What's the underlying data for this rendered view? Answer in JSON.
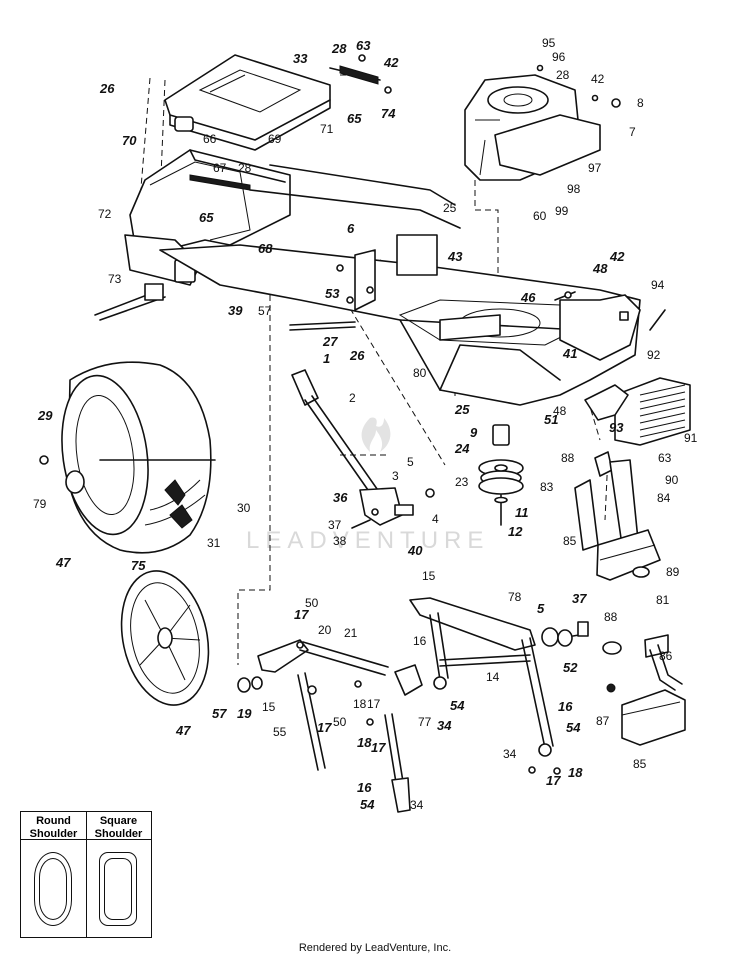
{
  "watermark": "LEADVENTURE",
  "footer": "Rendered by LeadVenture, Inc.",
  "legend": {
    "round_label": "Round Shoulder",
    "square_label": "Square Shoulder"
  },
  "callouts": [
    {
      "n": "26",
      "bold": true
    },
    {
      "n": "70",
      "bold": true
    },
    {
      "n": "66",
      "bold": false
    },
    {
      "n": "69",
      "bold": false
    },
    {
      "n": "71",
      "bold": false
    },
    {
      "n": "33",
      "bold": true
    },
    {
      "n": "28",
      "bold": true
    },
    {
      "n": "63",
      "bold": true
    },
    {
      "n": "42",
      "bold": true
    },
    {
      "n": "65",
      "bold": true
    },
    {
      "n": "74",
      "bold": true
    },
    {
      "n": "67",
      "bold": false
    },
    {
      "n": "28",
      "bold": false
    },
    {
      "n": "65",
      "bold": true
    },
    {
      "n": "72",
      "bold": false
    },
    {
      "n": "73",
      "bold": false
    },
    {
      "n": "68",
      "bold": true
    },
    {
      "n": "39",
      "bold": true
    },
    {
      "n": "57",
      "bold": false
    },
    {
      "n": "6",
      "bold": true
    },
    {
      "n": "43",
      "bold": true
    },
    {
      "n": "53",
      "bold": true
    },
    {
      "n": "26",
      "bold": true
    },
    {
      "n": "27",
      "bold": true
    },
    {
      "n": "95",
      "bold": false
    },
    {
      "n": "96",
      "bold": false
    },
    {
      "n": "28",
      "bold": false
    },
    {
      "n": "42",
      "bold": false
    },
    {
      "n": "8",
      "bold": false
    },
    {
      "n": "7",
      "bold": false
    },
    {
      "n": "97",
      "bold": false
    },
    {
      "n": "98",
      "bold": false
    },
    {
      "n": "99",
      "bold": false
    },
    {
      "n": "60",
      "bold": false
    },
    {
      "n": "25",
      "bold": false
    },
    {
      "n": "48",
      "bold": true
    },
    {
      "n": "46",
      "bold": true
    },
    {
      "n": "42",
      "bold": true
    },
    {
      "n": "94",
      "bold": false
    },
    {
      "n": "41",
      "bold": true
    },
    {
      "n": "80",
      "bold": false
    },
    {
      "n": "92",
      "bold": false
    },
    {
      "n": "25",
      "bold": true
    },
    {
      "n": "48",
      "bold": false
    },
    {
      "n": "93",
      "bold": true
    },
    {
      "n": "91",
      "bold": false
    },
    {
      "n": "9",
      "bold": true
    },
    {
      "n": "51",
      "bold": true
    },
    {
      "n": "24",
      "bold": true
    },
    {
      "n": "88",
      "bold": false
    },
    {
      "n": "63",
      "bold": false
    },
    {
      "n": "90",
      "bold": false
    },
    {
      "n": "83",
      "bold": false
    },
    {
      "n": "84",
      "bold": false
    },
    {
      "n": "23",
      "bold": false
    },
    {
      "n": "11",
      "bold": true
    },
    {
      "n": "12",
      "bold": true
    },
    {
      "n": "85",
      "bold": false
    },
    {
      "n": "89",
      "bold": false
    },
    {
      "n": "81",
      "bold": false
    },
    {
      "n": "1",
      "bold": true
    },
    {
      "n": "2",
      "bold": false
    },
    {
      "n": "5",
      "bold": false
    },
    {
      "n": "3",
      "bold": false
    },
    {
      "n": "36",
      "bold": true
    },
    {
      "n": "4",
      "bold": false
    },
    {
      "n": "37",
      "bold": false
    },
    {
      "n": "38",
      "bold": false
    },
    {
      "n": "40",
      "bold": true
    },
    {
      "n": "29",
      "bold": true
    },
    {
      "n": "79",
      "bold": false
    },
    {
      "n": "30",
      "bold": false
    },
    {
      "n": "31",
      "bold": false
    },
    {
      "n": "47",
      "bold": true
    },
    {
      "n": "75",
      "bold": true
    },
    {
      "n": "47",
      "bold": true
    },
    {
      "n": "15",
      "bold": false
    },
    {
      "n": "78",
      "bold": false
    },
    {
      "n": "5",
      "bold": true
    },
    {
      "n": "37",
      "bold": true
    },
    {
      "n": "16",
      "bold": false
    },
    {
      "n": "52",
      "bold": true
    },
    {
      "n": "88",
      "bold": false
    },
    {
      "n": "86",
      "bold": false
    },
    {
      "n": "14",
      "bold": false
    },
    {
      "n": "16",
      "bold": true
    },
    {
      "n": "54",
      "bold": true
    },
    {
      "n": "34",
      "bold": true
    },
    {
      "n": "87",
      "bold": false
    },
    {
      "n": "54",
      "bold": true
    },
    {
      "n": "34",
      "bold": false
    },
    {
      "n": "17",
      "bold": true
    },
    {
      "n": "18",
      "bold": true
    },
    {
      "n": "85",
      "bold": false
    },
    {
      "n": "50",
      "bold": false
    },
    {
      "n": "17",
      "bold": true
    },
    {
      "n": "20",
      "bold": false
    },
    {
      "n": "21",
      "bold": false
    },
    {
      "n": "57",
      "bold": true
    },
    {
      "n": "19",
      "bold": true
    },
    {
      "n": "15",
      "bold": false
    },
    {
      "n": "18",
      "bold": false
    },
    {
      "n": "17",
      "bold": false
    },
    {
      "n": "55",
      "bold": false
    },
    {
      "n": "17",
      "bold": true
    },
    {
      "n": "50",
      "bold": false
    },
    {
      "n": "18",
      "bold": true
    },
    {
      "n": "17",
      "bold": true
    },
    {
      "n": "77",
      "bold": false
    },
    {
      "n": "16",
      "bold": true
    },
    {
      "n": "54",
      "bold": true
    },
    {
      "n": "34",
      "bold": false
    }
  ]
}
